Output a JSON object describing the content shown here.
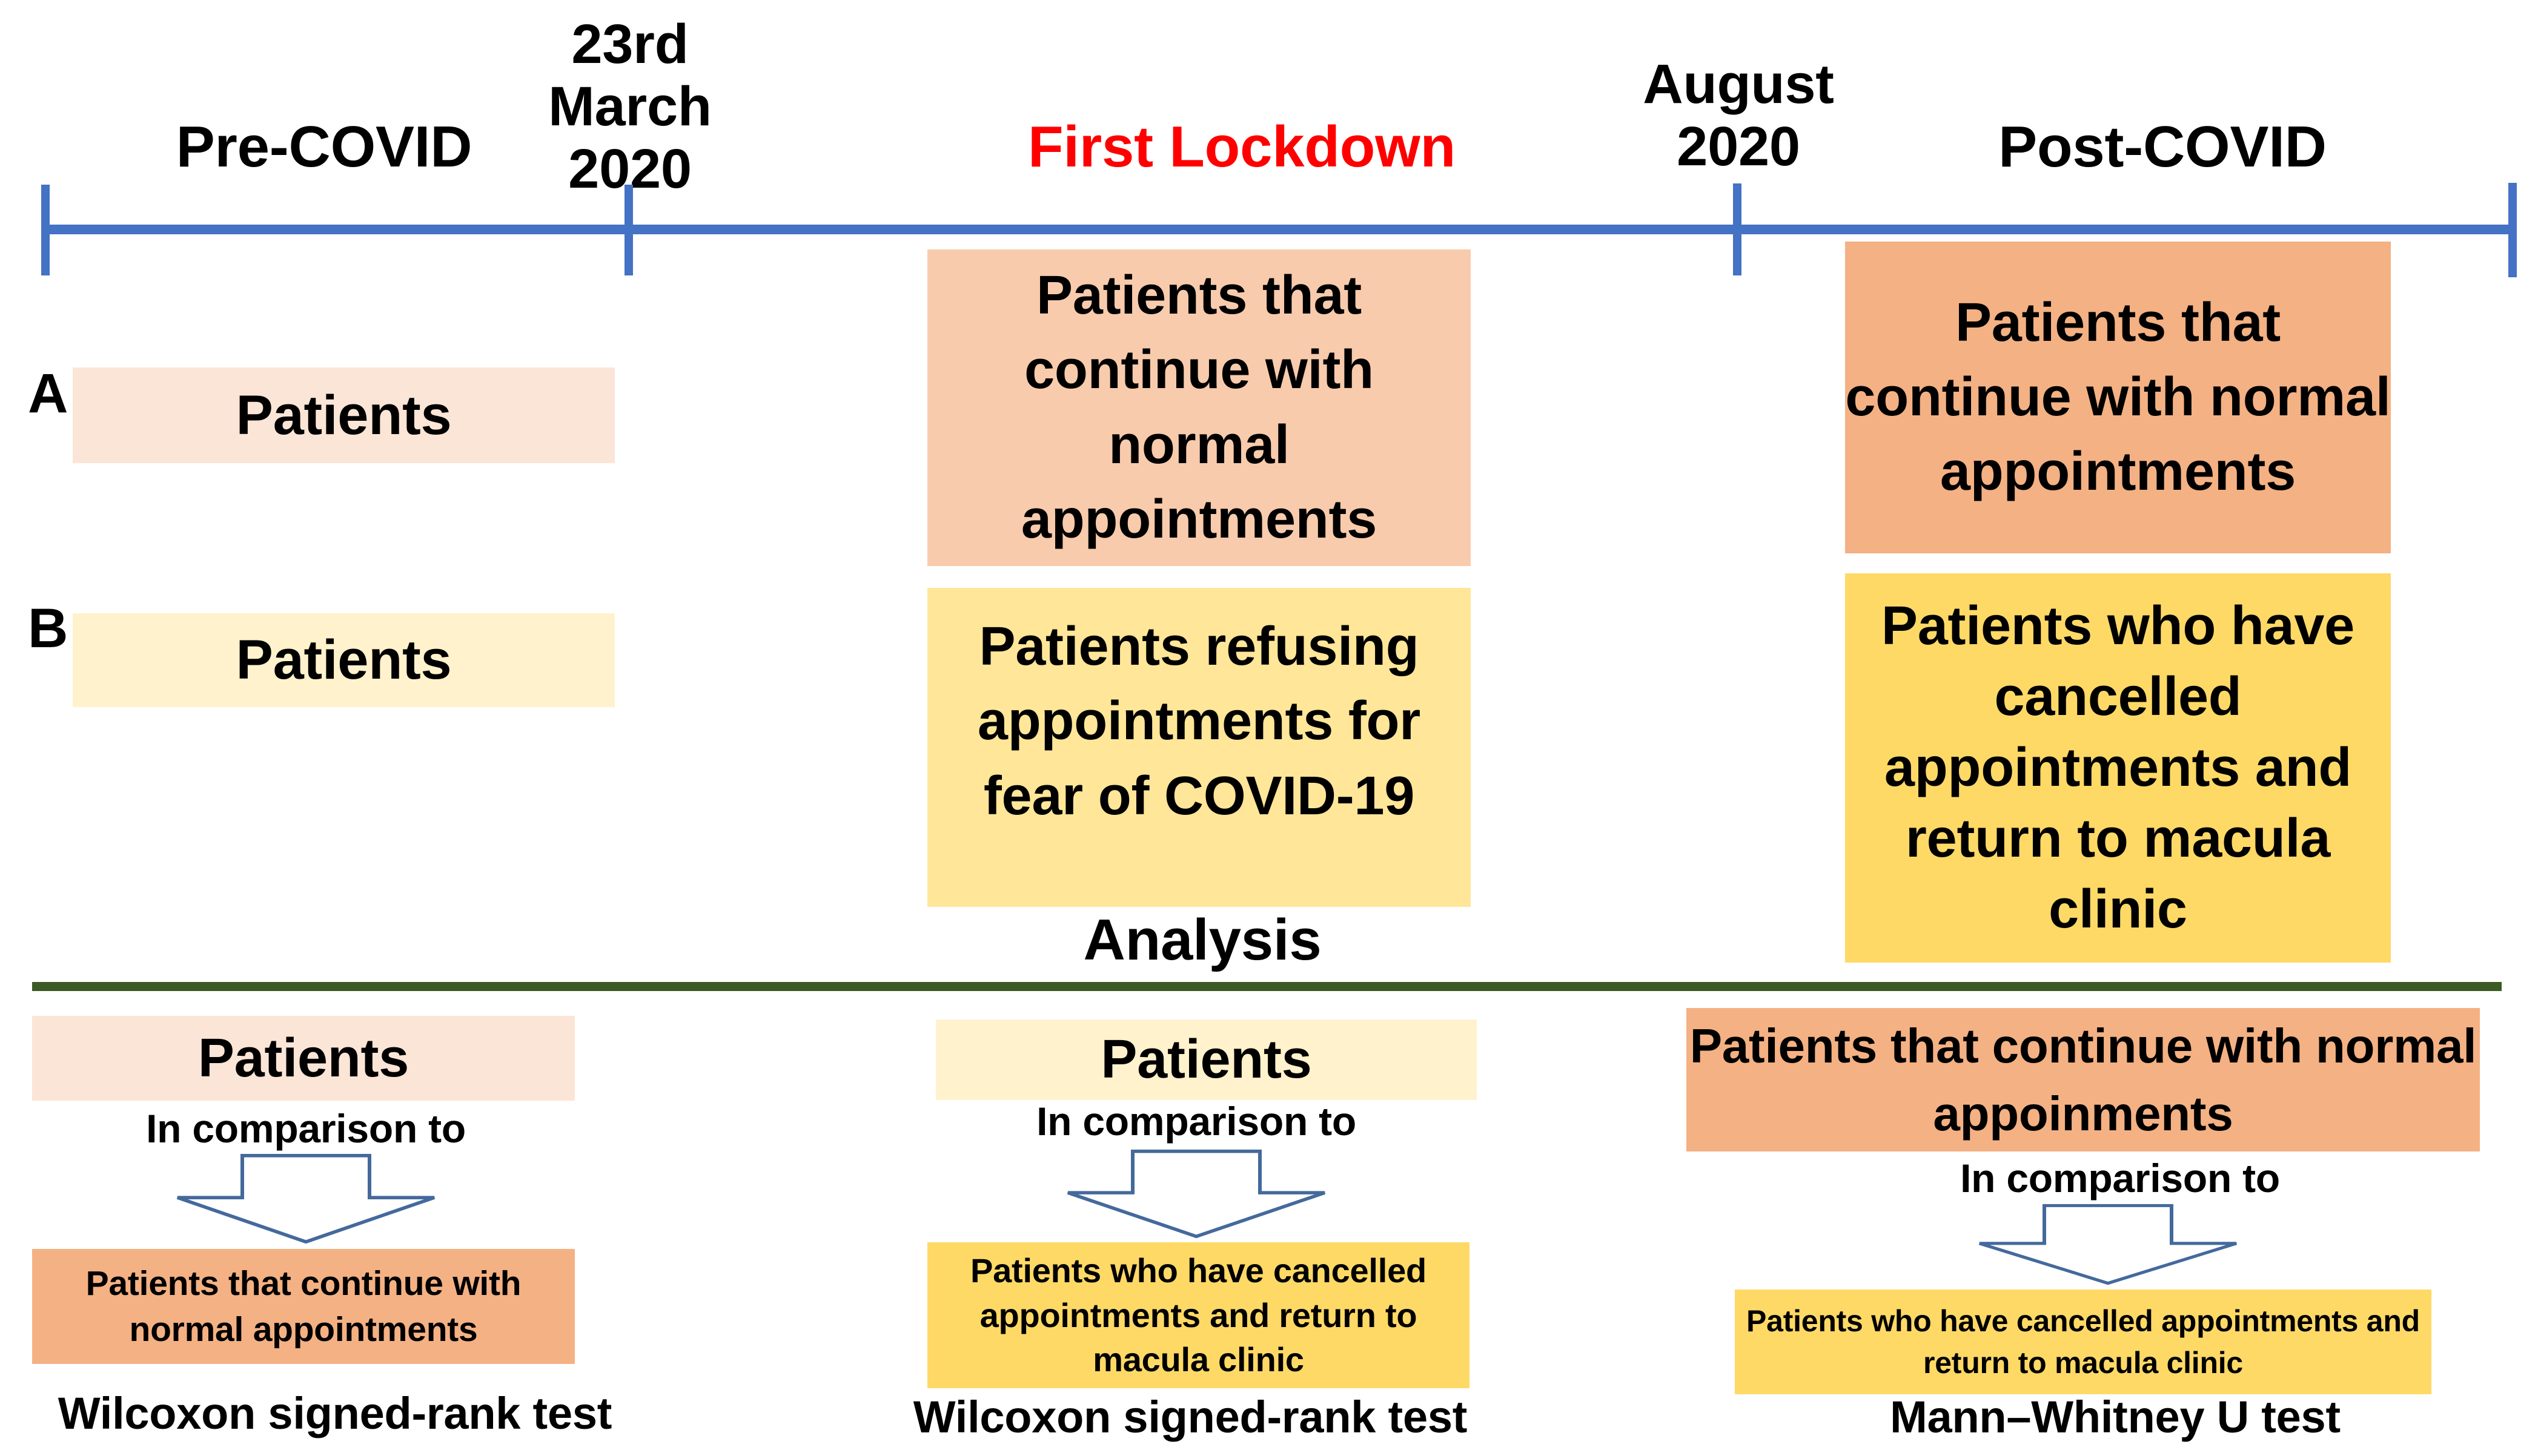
{
  "timeline": {
    "pre_covid_label": "Pre-COVID",
    "march_date_lines": [
      "23rd",
      "March",
      "2020"
    ],
    "first_lockdown_label": "First Lockdown",
    "august_date_lines": [
      "August",
      "2020"
    ],
    "post_covid_label": "Post-COVID"
  },
  "row_a": {
    "label": "A",
    "pre_box": "Patients",
    "lockdown_box": "Patients that continue with normal appointments",
    "post_box": "Patients that continue with normal appointments"
  },
  "row_b": {
    "label": "B",
    "pre_box": "Patients",
    "lockdown_box": "Patients refusing appointments for fear of COVID-19",
    "post_box": "Patients who have cancelled appointments and return to macula clinic"
  },
  "analysis": {
    "heading": "Analysis",
    "columns": [
      {
        "top_box": "Patients",
        "comparison_label": "In comparison to",
        "bottom_box": "Patients that continue with normal appointments",
        "test": "Wilcoxon signed-rank test"
      },
      {
        "top_box": "Patients",
        "comparison_label": "In comparison to",
        "bottom_box": "Patients who have cancelled appointments and return to macula clinic",
        "test": "Wilcoxon signed-rank test"
      },
      {
        "top_box": "Patients that continue with normal appoinments",
        "comparison_label": "In comparison to",
        "bottom_box": "Patients who have cancelled appointments and return to macula clinic",
        "test": "Mann–Whitney U test"
      }
    ]
  },
  "colors": {
    "timeline_blue": "#4472C4",
    "lockdown_red": "#FF0000",
    "divider_green": "#3B5A26",
    "pink_light": "#FBE5D6",
    "salmon": "#F8CBAD",
    "orange": "#F4B183",
    "yellow_pale": "#FFF2CC",
    "yellow_mid": "#FFE699",
    "yellow_deep": "#FFD966",
    "arrow_outline": "#44699C"
  }
}
